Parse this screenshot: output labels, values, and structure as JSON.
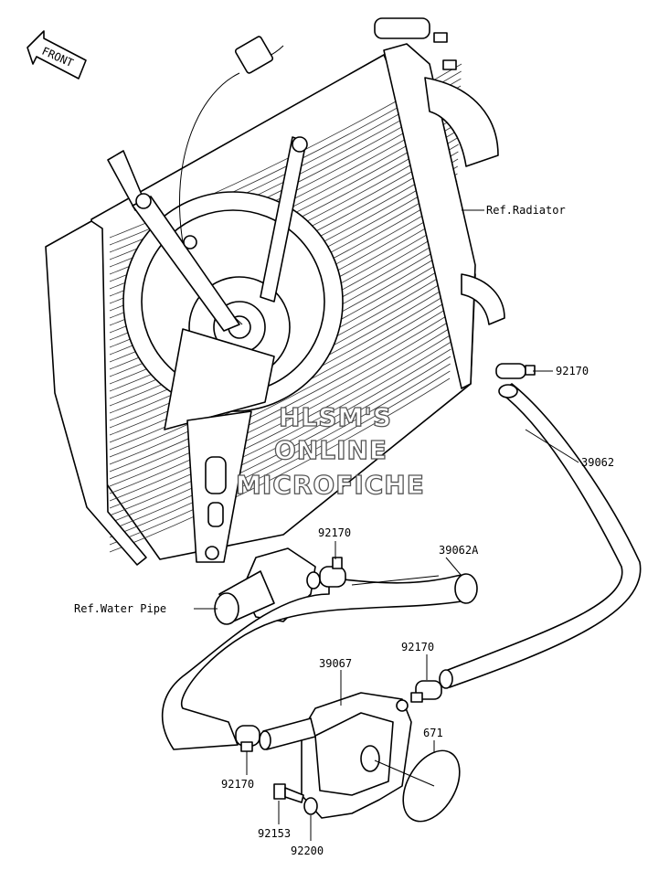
{
  "front_label": "FRONT",
  "watermark": {
    "line1": "HLSM'S",
    "line2": "ONLINE",
    "line3": "MICROFICHE"
  },
  "callouts": {
    "ref_radiator": "Ref.Radiator",
    "ref_water_pipe": "Ref.Water Pipe",
    "c92170_a": "92170",
    "c39062": "39062",
    "c92170_b": "92170",
    "c39062A": "39062A",
    "c39067": "39067",
    "c92170_c": "92170",
    "c671": "671",
    "c92170_d": "92170",
    "c92153": "92153",
    "c92200": "92200"
  }
}
